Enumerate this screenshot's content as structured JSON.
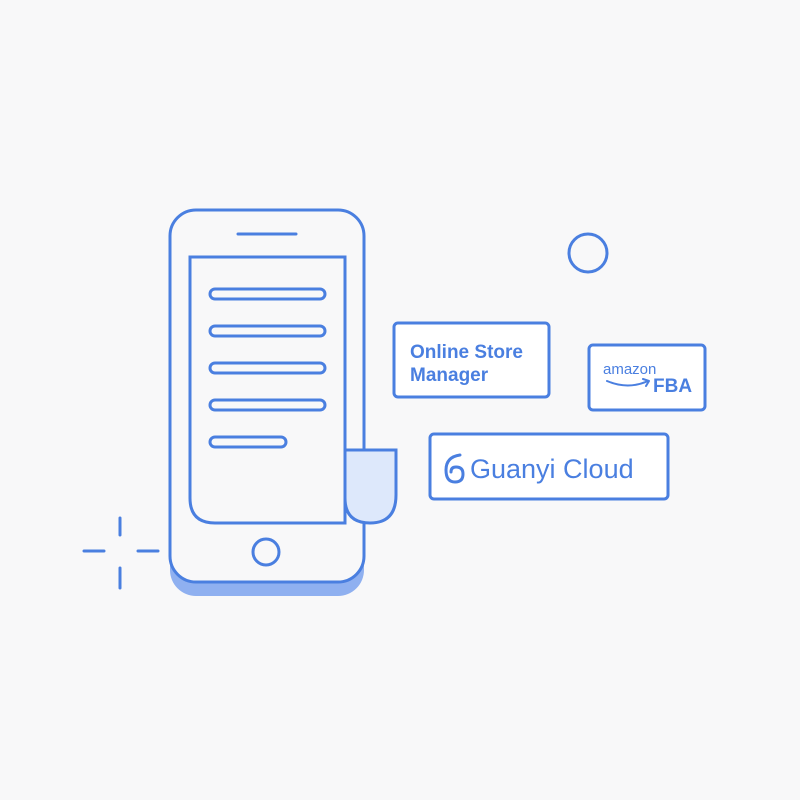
{
  "colors": {
    "background": "#f8f8f9",
    "stroke": "#4a7fe0",
    "shadow": "#8fb0f0",
    "tab_fill": "#dde8fb",
    "card_fill": "#ffffff"
  },
  "phone": {
    "content_lines": 5
  },
  "badges": {
    "online_store_manager": {
      "line1": "Online Store",
      "line2": "Manager"
    },
    "amazon_fba": {
      "brand": "amazon",
      "service": "FBA",
      "icon": "amazon-smile-icon"
    },
    "guanyi_cloud": {
      "label": "Guanyi Cloud",
      "icon": "guanyi-logo-icon"
    }
  },
  "decorations": {
    "sparkle": "sparkle-icon",
    "circle": "circle-icon"
  }
}
